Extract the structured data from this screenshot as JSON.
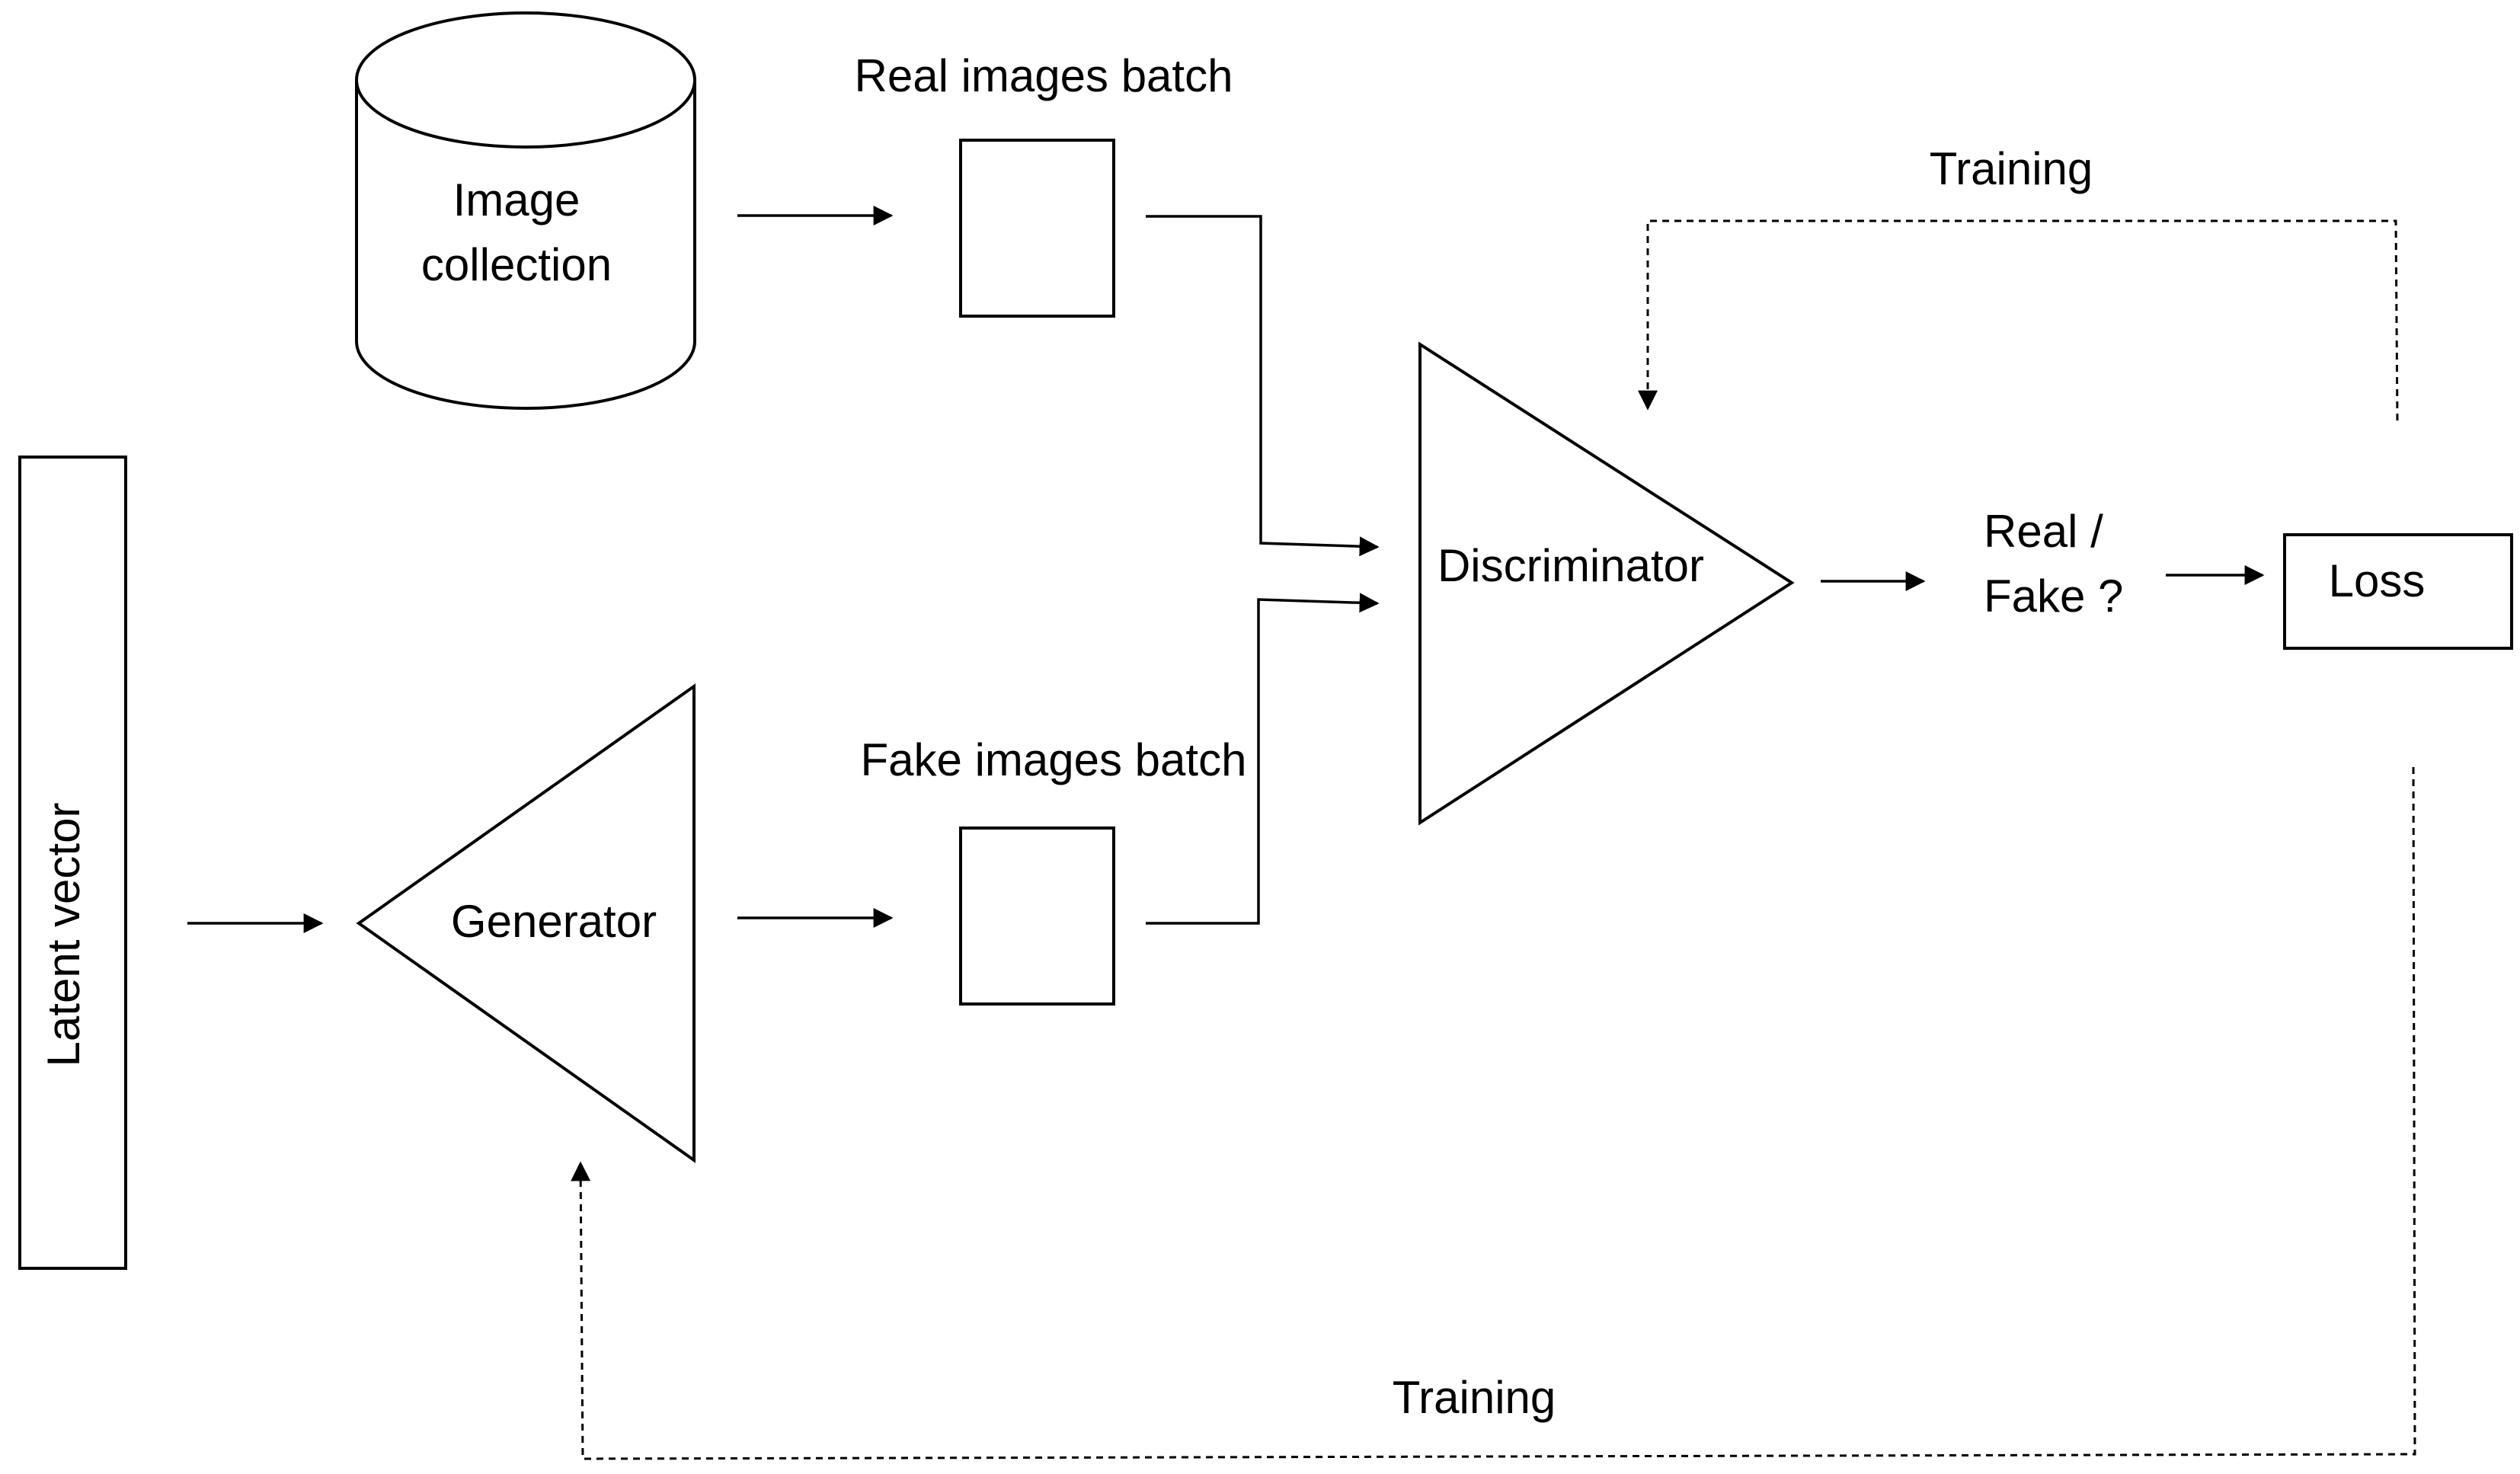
{
  "labels": {
    "image_collection_line1": "Image",
    "image_collection_line2": "collection",
    "real_images_batch": "Real images batch",
    "fake_images_batch": "Fake images batch",
    "latent_vector": "Latent vector",
    "generator": "Generator",
    "discriminator": "Discriminator",
    "real_fake_line1": "Real /",
    "real_fake_line2": "Fake ?",
    "loss": "Loss",
    "training_top": "Training",
    "training_bottom": "Training"
  },
  "colors": {
    "stroke": "#000000",
    "background": "#ffffff"
  }
}
